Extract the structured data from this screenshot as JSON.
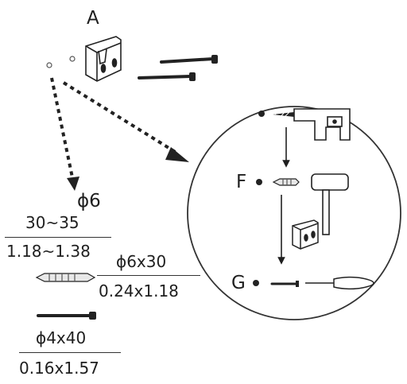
{
  "labels": {
    "a": "A",
    "f": "F",
    "g": "G",
    "drill_phi6": "ϕ6"
  },
  "dimensions": {
    "drill_depth_mm": "30~35",
    "drill_depth_in": "1.18~1.38",
    "anchor_mm": "ϕ6x30",
    "anchor_in": "0.24x1.18",
    "screw_mm": "ϕ4x40",
    "screw_in": "0.16x1.57"
  },
  "colors": {
    "ink": "#1f1f1f",
    "anchor_fill": "#e8e8e8"
  },
  "icons": [
    "bracket",
    "screw",
    "wall-anchor",
    "hammer",
    "screwdriver",
    "drill-bit",
    "drill"
  ]
}
